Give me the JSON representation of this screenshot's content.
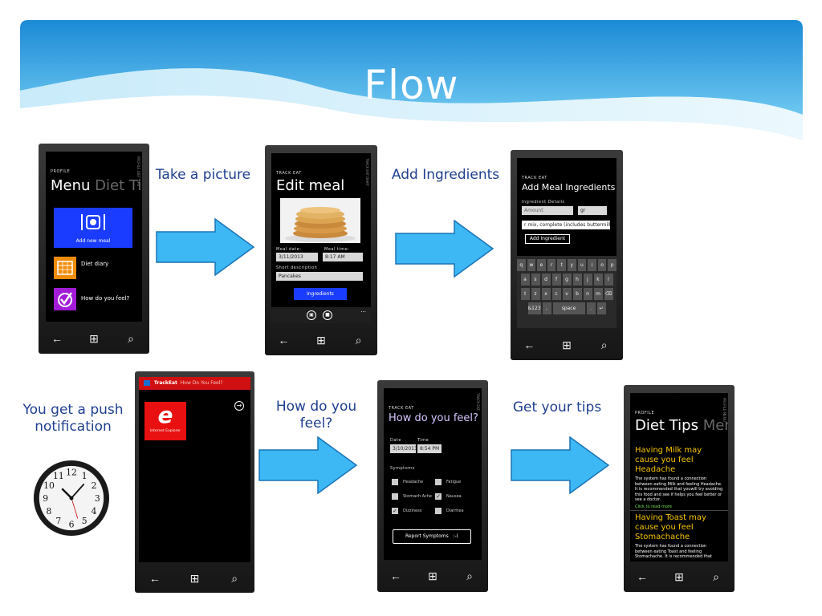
{
  "slide": {
    "title": "Flow",
    "colors": {
      "banner_top": "#1b8ad6",
      "banner_bottom": "#7fd0f3",
      "caption": "#1f3f8f",
      "arrow_fill": "#3db8f5",
      "arrow_stroke": "#1b73b7"
    }
  },
  "captions": {
    "take_picture": "Take a picture",
    "add_ingredients": "Add Ingredients",
    "push_notification": "You get a push notification",
    "how_do_you_feel": "How do you feel?",
    "get_tips": "Get your tips"
  },
  "nav_bar": {
    "back": "←",
    "start": "⊞",
    "search": "⌕"
  },
  "phone1": {
    "header": "PROFILE",
    "title": "Menu",
    "title_dim": "Diet Tips",
    "tiles": [
      {
        "label": "Add new meal",
        "icon": "plate-icon"
      },
      {
        "label": "Diet diary",
        "icon": "calendar-icon"
      },
      {
        "label": "How do you feel?",
        "icon": "checkmark-icon"
      }
    ]
  },
  "phone2": {
    "header": "TRACK EAT",
    "title": "Edit meal",
    "meal_date_label": "Meal date:",
    "meal_date": "3/11/2013",
    "meal_time_label": "Meal time:",
    "meal_time": "8:17 AM",
    "short_desc_label": "Short description",
    "short_desc": "Pancakes",
    "ingredients_button": "Ingredients",
    "more": "..."
  },
  "phone3": {
    "header": "TRACK EAT",
    "title": "Add Meal Ingredients",
    "section": "Ingredient Details",
    "amount_placeholder": "Amount",
    "unit": "gr",
    "ingredient": "r mix, complete (includes buttermilk)",
    "add_button": "Add Ingredient",
    "keyboard": {
      "row1": [
        "q",
        "w",
        "e",
        "r",
        "t",
        "y",
        "u",
        "i",
        "o",
        "p"
      ],
      "row2": [
        "a",
        "s",
        "d",
        "f",
        "g",
        "h",
        "j",
        "k",
        "l"
      ],
      "row3": [
        "⇧",
        "z",
        "x",
        "c",
        "v",
        "b",
        "n",
        "m",
        "⌫"
      ],
      "row4": [
        "&123",
        ",",
        "space",
        ".",
        "↵"
      ]
    }
  },
  "phone4": {
    "app": "TrackEat",
    "message": "How Do You Feel?",
    "tile_label": "Internet Explorer"
  },
  "phone5": {
    "header": "TRACK EAT",
    "title": "How do you feel?",
    "date_label": "Date",
    "date": "3/10/2013",
    "time_label": "Time",
    "time": "8:54 PM",
    "symptoms_label": "Symptoms",
    "symptoms": [
      {
        "name": "Headache",
        "checked": false
      },
      {
        "name": "Fatigue",
        "checked": false
      },
      {
        "name": "Stomach Ache",
        "checked": false
      },
      {
        "name": "Nausea",
        "checked": true
      },
      {
        "name": "Dizziness",
        "checked": true
      },
      {
        "name": "Diarrhea",
        "checked": false
      }
    ],
    "report_button": "Report Symptoms",
    "report_face": ":-("
  },
  "phone6": {
    "header": "PROFILE",
    "title": "Diet Tips",
    "title_dim": "Menu",
    "tips": [
      {
        "title": "Having Milk may cause you feel Headache",
        "body": "The system has found a connection between eating Milk and feeling Headache. It is recommended that youwill try avoiding this food and see if helps you feel better or see a doctor.",
        "link": "Click to read more"
      },
      {
        "title": "Having Toast may cause you feel Stomachache",
        "body": "The system has found a connection between eating Toast and feeling Stomachache. It is recommended that",
        "link": ""
      }
    ]
  },
  "clock": {
    "numbers": [
      "12",
      "1",
      "2",
      "3",
      "4",
      "5",
      "6",
      "7",
      "8",
      "9",
      "10",
      "11"
    ]
  }
}
